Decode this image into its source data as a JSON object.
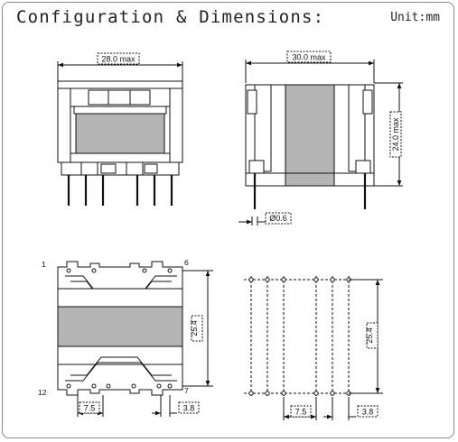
{
  "title": "Configuration & Dimensions:",
  "unit_label": "Unit:mm",
  "dims": {
    "front_width": "28.0 max",
    "side_width": "30.0 max",
    "side_height": "24.0 max",
    "pin_diameter": "Ø0.6",
    "bottom_height": "25.4",
    "bottom_pitch_major": "7.5",
    "bottom_pitch_minor": "3.8",
    "layout_height": "25.4",
    "layout_pitch_major": "7.5",
    "layout_pitch_minor": "3.8"
  },
  "pins": {
    "top_left": "1",
    "top_right": "6",
    "bottom_left": "12",
    "bottom_right": "7"
  },
  "colors": {
    "line": "#111111",
    "core": "#b4b4b4",
    "frame": "#8a8a8a"
  }
}
